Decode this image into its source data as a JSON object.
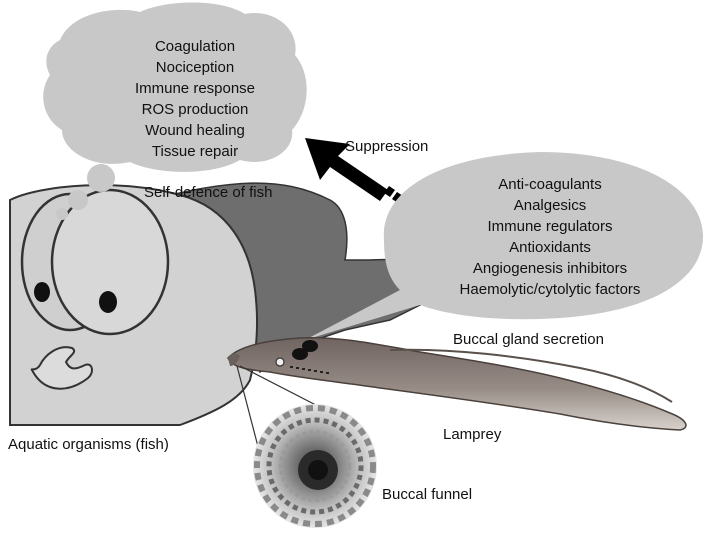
{
  "self_defence": {
    "items": [
      "Coagulation",
      "Nociception",
      "Immune response",
      "ROS production",
      "Wound healing",
      "Tissue repair"
    ],
    "label": "Self-defence of fish"
  },
  "secretion": {
    "items": [
      "Anti-coagulants",
      "Analgesics",
      "Immune regulators",
      "Antioxidants",
      "Angiogenesis inhibitors",
      "Haemolytic/cytolytic factors"
    ],
    "label": "Buccal gland secretion"
  },
  "arrow_label": "Suppression",
  "labels": {
    "fish": "Aquatic organisms (fish)",
    "lamprey": "Lamprey",
    "funnel": "Buccal funnel"
  },
  "colors": {
    "cloud": "#c8c8c8",
    "fish_body": "#d2d2d2",
    "fish_fin": "#6e6e6e",
    "lamprey": "#8a807c",
    "arrow": "#000000"
  }
}
